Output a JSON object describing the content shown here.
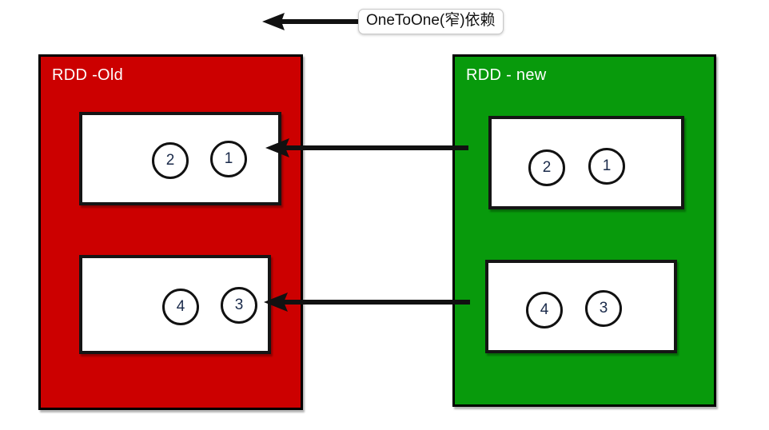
{
  "annotation": {
    "label": "OneToOne(窄)依赖",
    "arrow_direction": "left"
  },
  "panels": [
    {
      "id": "rdd-old",
      "title": "RDD -Old",
      "color": "#cc0000",
      "title_color": "#ffffff",
      "partitions": [
        {
          "id": "old-partition-top",
          "circles": [
            "2",
            "1"
          ]
        },
        {
          "id": "old-partition-bottom",
          "circles": [
            "4",
            "3"
          ]
        }
      ]
    },
    {
      "id": "rdd-new",
      "title": "RDD - new",
      "color": "#089a0c",
      "title_color": "#ffffff",
      "partitions": [
        {
          "id": "new-partition-top",
          "circles": [
            "2",
            "1"
          ]
        },
        {
          "id": "new-partition-bottom",
          "circles": [
            "4",
            "3"
          ]
        }
      ]
    }
  ],
  "connectors": [
    {
      "id": "connector-top",
      "from": "new-partition-top",
      "to": "old-partition-top",
      "direction": "left"
    },
    {
      "id": "connector-bottom",
      "from": "new-partition-bottom",
      "to": "old-partition-bottom",
      "direction": "left"
    }
  ],
  "colors": {
    "red": "#cc0000",
    "green": "#089a0c",
    "stroke": "#000000",
    "box_fill": "#ffffff",
    "number_text": "#1a2a4a"
  }
}
